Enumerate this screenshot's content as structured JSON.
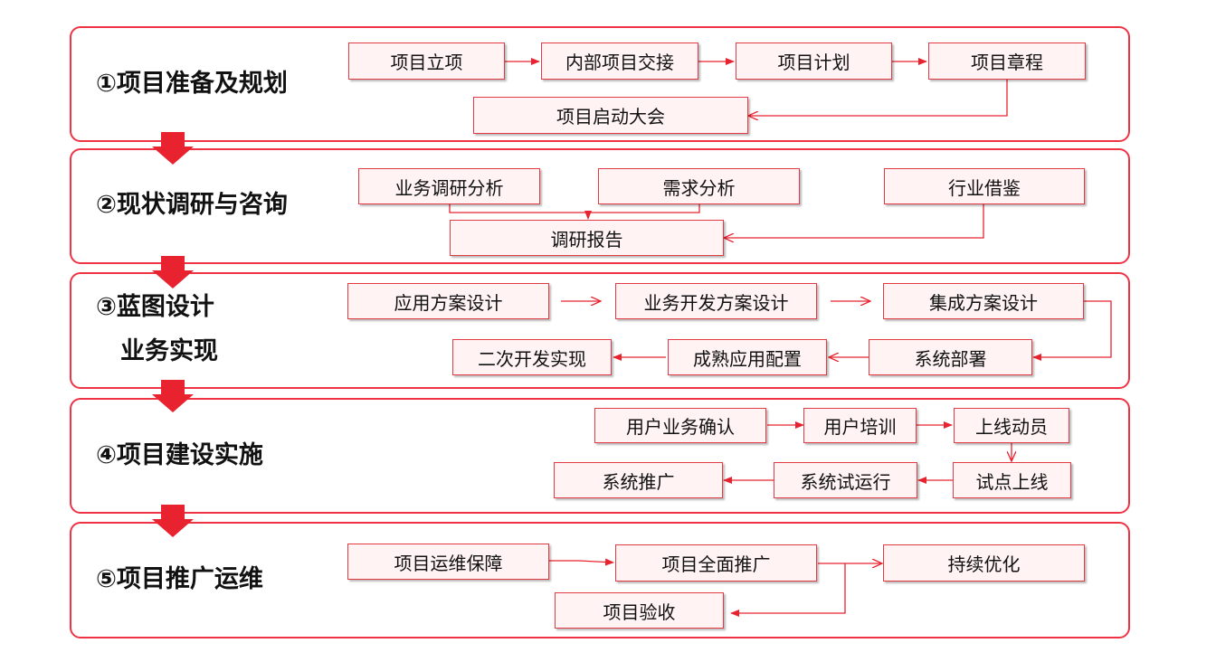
{
  "colors": {
    "accent": "#e8232f",
    "border": "#ee3344",
    "box_fill": "#fff3f3"
  },
  "stages": [
    {
      "title": "①项目准备及规划",
      "steps": [
        "项目立项",
        "内部项目交接",
        "项目计划",
        "项目章程",
        "项目启动大会"
      ]
    },
    {
      "title": "②现状调研与咨询",
      "steps": [
        "业务调研分析",
        "需求分析",
        "行业借鉴",
        "调研报告"
      ]
    },
    {
      "title_lines": [
        "③蓝图设计",
        "业务实现"
      ],
      "steps": [
        "应用方案设计",
        "业务开发方案设计",
        "集成方案设计",
        "系统部署",
        "成熟应用配置",
        "二次开发实现"
      ]
    },
    {
      "title": "④项目建设实施",
      "steps": [
        "用户业务确认",
        "用户培训",
        "上线动员",
        "试点上线",
        "系统试运行",
        "系统推广"
      ]
    },
    {
      "title": "⑤项目推广运维",
      "steps": [
        "项目运维保障",
        "项目全面推广",
        "持续优化",
        "项目验收"
      ]
    }
  ]
}
